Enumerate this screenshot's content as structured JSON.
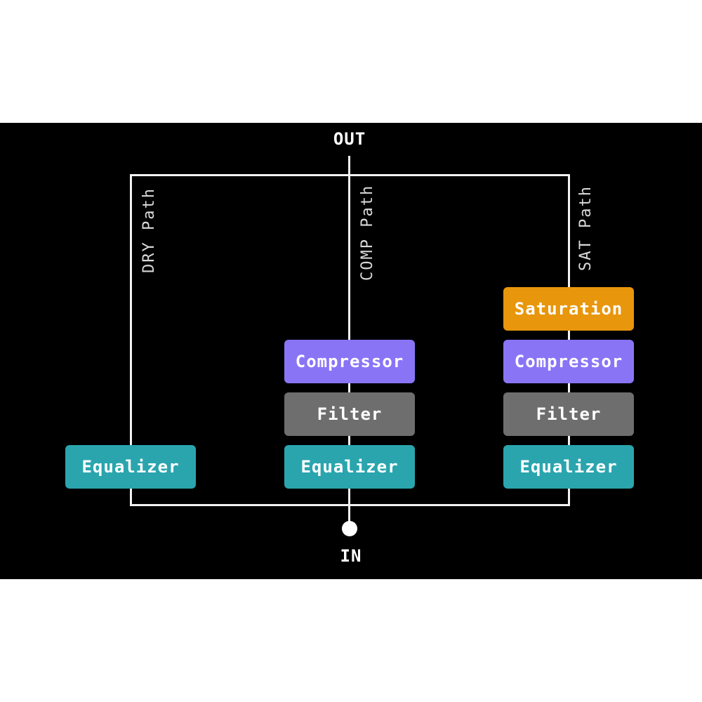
{
  "io": {
    "out_label": "OUT",
    "in_label": "IN"
  },
  "paths": {
    "dry": {
      "label": "DRY Path"
    },
    "comp": {
      "label": "COMP Path"
    },
    "sat": {
      "label": "SAT Path"
    }
  },
  "nodes": {
    "dry_equalizer": "Equalizer",
    "comp_compressor": "Compressor",
    "comp_filter": "Filter",
    "comp_equalizer": "Equalizer",
    "sat_saturation": "Saturation",
    "sat_compressor": "Compressor",
    "sat_filter": "Filter",
    "sat_equalizer": "Equalizer"
  },
  "colors": {
    "background": "#000000",
    "wire": "#f2f2f2",
    "equalizer": "#2aa5ae",
    "compressor": "#8a74f6",
    "filter": "#6e6e6e",
    "saturation": "#e8960c"
  }
}
